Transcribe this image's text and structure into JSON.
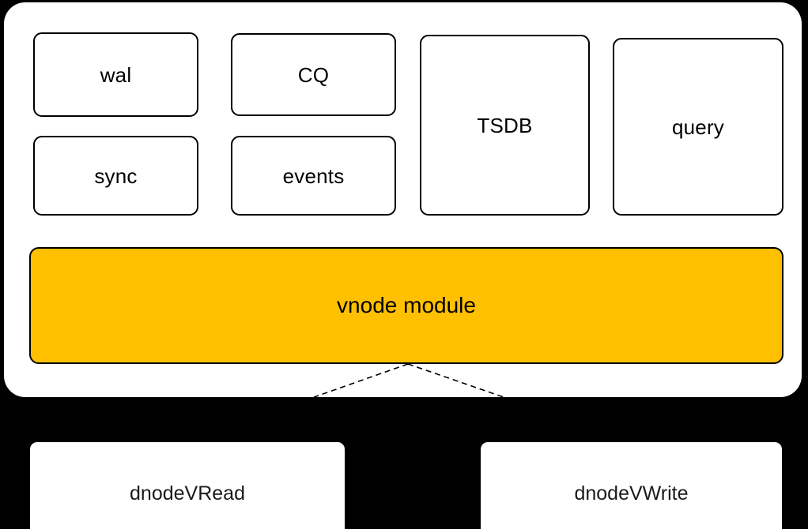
{
  "diagram": {
    "title": "vnode architecture",
    "background_color": "#000000",
    "panel": {
      "name": "vnode container panel",
      "fill_color": "#ffffff"
    },
    "modules": [
      {
        "id": "wal",
        "label": "wal"
      },
      {
        "id": "cq",
        "label": "CQ"
      },
      {
        "id": "sync",
        "label": "sync"
      },
      {
        "id": "events",
        "label": "events"
      },
      {
        "id": "tsdb",
        "label": "TSDB"
      },
      {
        "id": "query",
        "label": "query"
      }
    ],
    "vnode_module": {
      "label": "vnode module",
      "fill_color": "#ffc000",
      "border_color": "#000000"
    },
    "consumers": [
      {
        "id": "dnodevread",
        "label": "dnodeVRead"
      },
      {
        "id": "dnodevwrite",
        "label": "dnodeVWrite"
      }
    ],
    "connectors": {
      "style": "dashed",
      "color": "#000000",
      "from": "vnode module",
      "to": [
        "dnodeVRead",
        "dnodeVWrite"
      ]
    }
  }
}
